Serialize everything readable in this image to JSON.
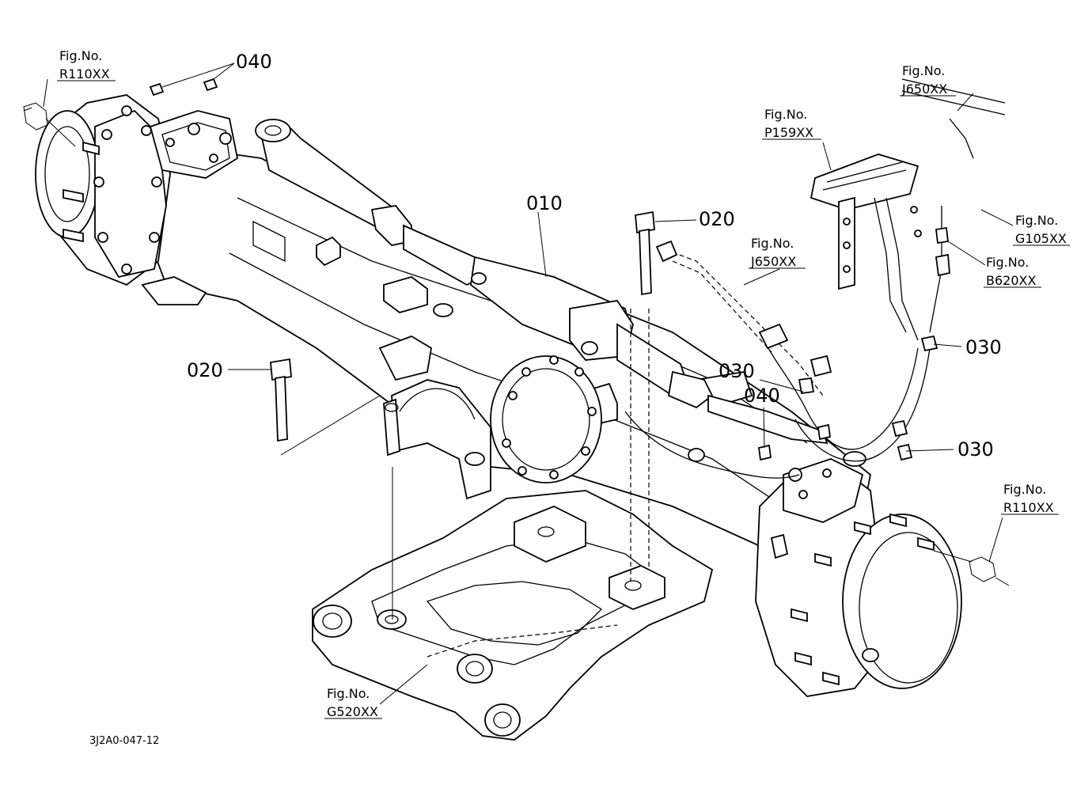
{
  "callouts": [
    {
      "id": "c040a",
      "text": "040"
    },
    {
      "id": "c010",
      "text": "010"
    },
    {
      "id": "c020a",
      "text": "020"
    },
    {
      "id": "c020b",
      "text": "020"
    },
    {
      "id": "c030a",
      "text": "030"
    },
    {
      "id": "c030b",
      "text": "030"
    },
    {
      "id": "c030c",
      "text": "030"
    },
    {
      "id": "c040b",
      "text": "040"
    }
  ],
  "figure_refs": [
    {
      "id": "r110a",
      "line1": "Fig.No.",
      "line2": "R110XX"
    },
    {
      "id": "j650a",
      "line1": "Fig.No.",
      "line2": "J650XX"
    },
    {
      "id": "p159",
      "line1": "Fig.No.",
      "line2": "P159XX"
    },
    {
      "id": "g105",
      "line1": "Fig.No.",
      "line2": "G105XX"
    },
    {
      "id": "b620",
      "line1": "Fig.No.",
      "line2": "B620XX"
    },
    {
      "id": "j650b",
      "line1": "Fig.No.",
      "line2": "J650XX"
    },
    {
      "id": "r110b",
      "line1": "Fig.No.",
      "line2": "R110XX"
    },
    {
      "id": "g520",
      "line1": "Fig.No.",
      "line2": "G520XX"
    }
  ],
  "document_code": "3J2A0-047-12"
}
